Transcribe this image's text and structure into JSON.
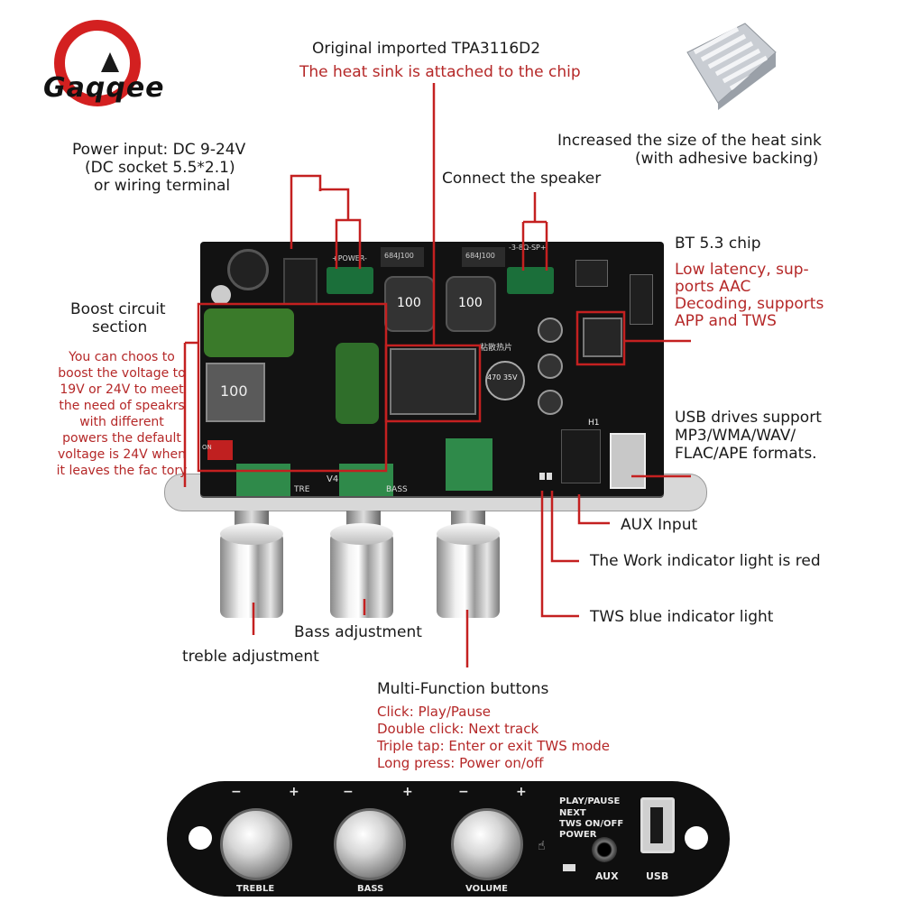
{
  "logo": {
    "text": "Gaqqee"
  },
  "callouts": {
    "chip_title": "Original imported  TPA3116D2",
    "chip_sub": "The heat sink is attached to the  chip",
    "heatsink_1": "Increased the size of the heat sink",
    "heatsink_2": "(with adhesive  backing)",
    "power_1": "Power input: DC 9-24V",
    "power_2": "(DC socket 5.5*2.1)",
    "power_3": "or wiring terminal",
    "speaker": "Connect the speaker",
    "bt_title": "BT 5.3 chip",
    "bt_lines": [
      "Low latency, sup-",
      "ports AAC",
      "Decoding, supports",
      "APP and TWS"
    ],
    "boost_title_1": "Boost circuit",
    "boost_title_2": "section",
    "boost_lines": [
      "You can choos to",
      "boost the voltage to",
      "19V or 24V to meet",
      "the need of speakrs",
      "with different",
      "powers the default",
      "voltage is 24V when",
      "it leaves the fac tory"
    ],
    "usb_lines": [
      "USB drives support",
      "MP3/WMA/WAV/",
      "FLAC/APE formats."
    ],
    "aux": "AUX Input",
    "work_led": "The Work indicator light is red",
    "tws_led": "TWS blue indicator light",
    "bass": "Bass adjustment",
    "treble": "treble adjustment",
    "mf_title": "Multi-Function buttons",
    "mf_lines": [
      "Click: Play/Pause",
      "Double click: Next track",
      "Triple tap: Enter or exit TWS mode",
      "Long press: Power on/off"
    ]
  },
  "board": {
    "silk_power": "+POWER-",
    "silk_spk": "-3-8Ω-SP+",
    "silk_ind1": "684J100",
    "silk_ind2": "684J100",
    "silk_l1": "100",
    "silk_l2": "100",
    "silk_boost_l": "100",
    "silk_cap": "470 35V",
    "silk_tre": "TRE",
    "silk_v4": "V4",
    "silk_bass": "BASS",
    "silk_h1": "H1",
    "silk_on": "ON",
    "silk_cn": "粘散热片"
  },
  "panel": {
    "label_treble": "TREBLE",
    "label_bass": "BASS",
    "label_volume": "VOLUME",
    "minus": "−",
    "plus": "+",
    "play_pause": "PLAY/PAUSE",
    "next": "NEXT",
    "tws": "TWS ON/OFF",
    "power": "POWER",
    "aux": "AUX",
    "usb": "USB"
  },
  "colors": {
    "accent_red": "#b52828",
    "line_red": "#c42020",
    "board": "#121212"
  }
}
